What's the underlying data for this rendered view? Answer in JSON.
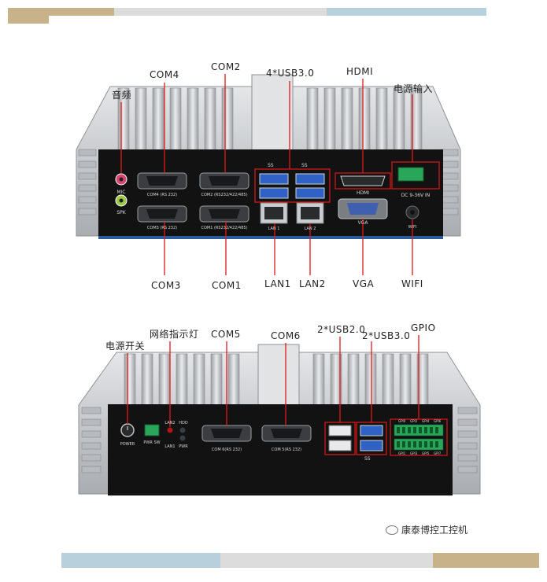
{
  "colors": {
    "gold": "#c8b28a",
    "grey_bar": "#dcdcdc",
    "blue_bar": "#b8cfdc",
    "red_line": "#e01818",
    "panel": "#121212",
    "metal": "#c9cbce"
  },
  "top_panel": {
    "callouts": {
      "audio": "音频",
      "com4": "COM4",
      "com2": "COM2",
      "usb30": "4*USB3.0",
      "hdmi": "HDMI",
      "power_in": "电源输入",
      "com3": "COM3",
      "com1": "COM1",
      "lan1": "LAN1",
      "lan2": "LAN2",
      "vga": "VGA",
      "wifi": "WIFI"
    },
    "panel_labels": {
      "mic": "MIC",
      "spk": "SPK",
      "com4": "COM4 (RS 232)",
      "com2": "COM2 (RS232/422/485)",
      "com3": "COM3 (RS 232)",
      "com1": "COM1 (RS232/422/485)",
      "ss1": "SS",
      "ss2": "SS",
      "lan1": "LAN 1",
      "lan2": "LAN 2",
      "hdmi": "HDMI",
      "vga": "VGA",
      "dc": "DC  9-36V  IN",
      "wifi": "WIFI"
    }
  },
  "bottom_panel": {
    "callouts": {
      "power_switch": "电源开关",
      "indicator": "网络指示灯",
      "com5": "COM5",
      "com6": "COM6",
      "usb20": "2*USB2.0",
      "usb30": "2*USB3.0",
      "gpio": "GPIO"
    },
    "panel_labels": {
      "power": "POWER",
      "pwr_sw": "PWR SW",
      "lan2": "LAN2",
      "lan1": "LAN1",
      "hdd": "HDD",
      "pwr": "PWR",
      "com6": "COM 6(RS 232)",
      "com5": "COM 5(RS 232)",
      "ss": "SS",
      "gpio_top": [
        "GPI0",
        "GPI2",
        "GPI4",
        "GPI6"
      ],
      "gpio_bottom": [
        "GPI1",
        "GPI3",
        "GPI5",
        "GPI7"
      ]
    }
  },
  "watermark": "康泰博控工控机"
}
